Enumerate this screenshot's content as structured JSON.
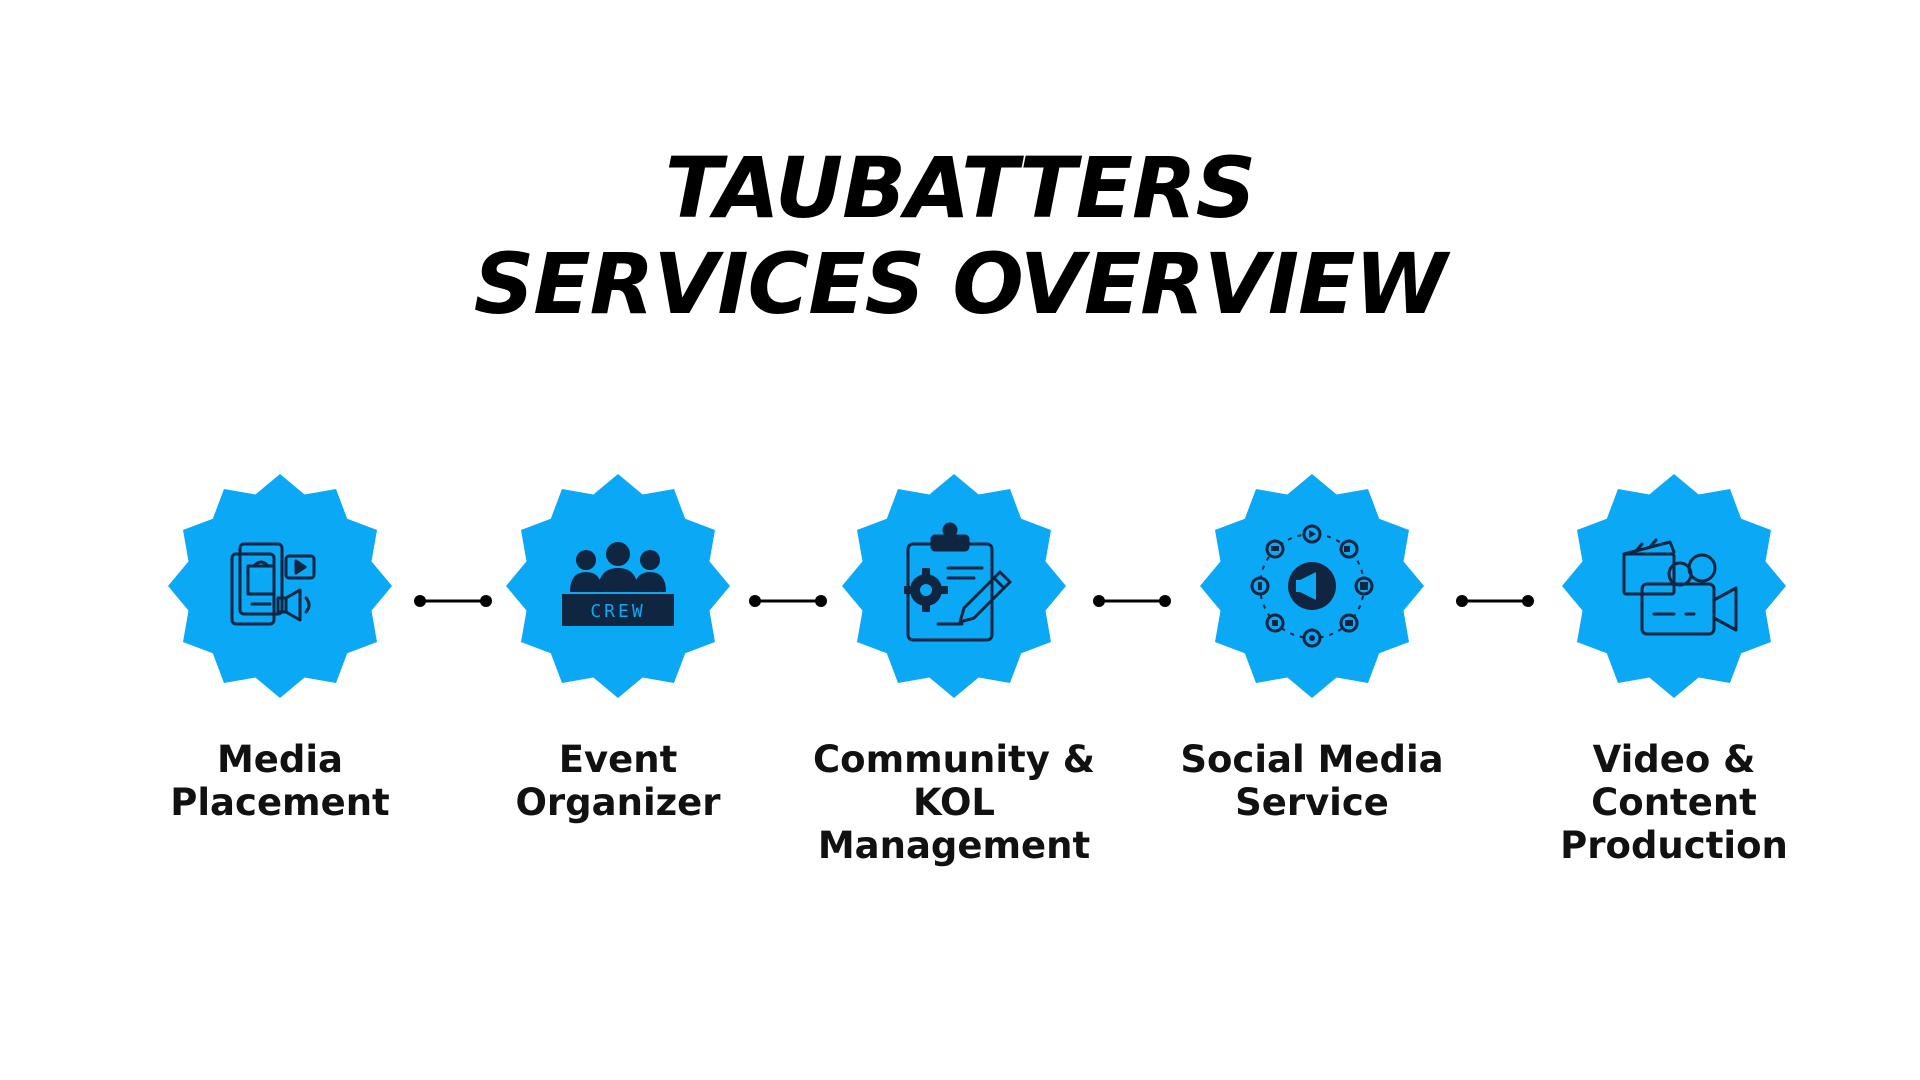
{
  "title": {
    "line1": "TAUBATTERS",
    "line2": "SERVICES OVERVIEW"
  },
  "colors": {
    "badge_fill": "#0aa8f5",
    "icon_stroke": "#0f2540",
    "text": "#000000"
  },
  "services": [
    {
      "icon": "media-placement-icon",
      "label_lines": [
        "Media",
        "Placement"
      ]
    },
    {
      "icon": "event-crew-icon",
      "icon_text": "CREW",
      "label_lines": [
        "Event",
        "Organizer"
      ]
    },
    {
      "icon": "clipboard-gear-pencil-icon",
      "label_lines": [
        "Community &",
        "KOL",
        "Management"
      ]
    },
    {
      "icon": "social-media-megaphone-icon",
      "label_lines": [
        "Social Media",
        "Service"
      ]
    },
    {
      "icon": "video-camera-clapper-icon",
      "label_lines": [
        "Video &",
        "Content",
        "Production"
      ]
    }
  ]
}
